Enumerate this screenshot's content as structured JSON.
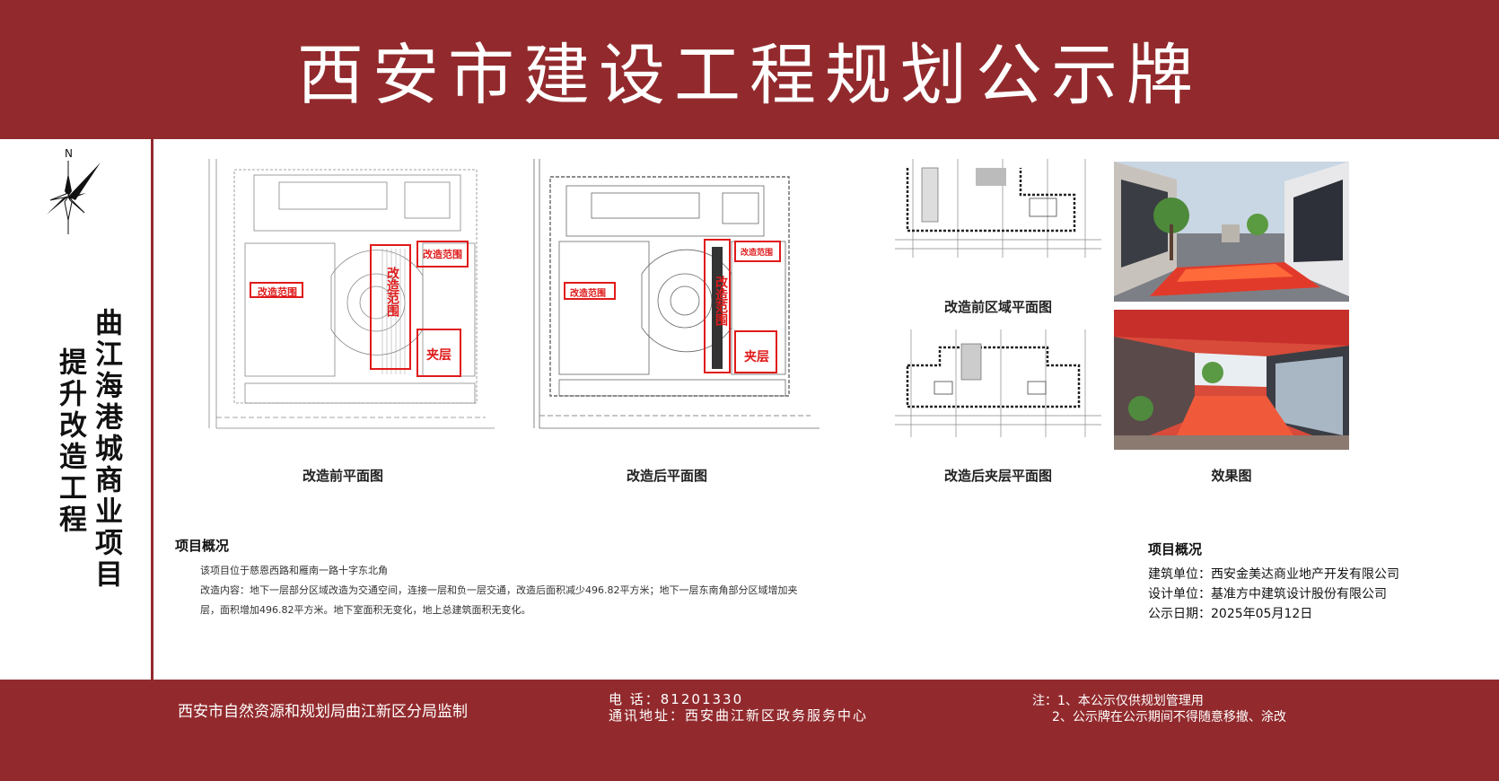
{
  "title": "西安市建设工程规划公示牌",
  "compass": {
    "north_label": "N",
    "icon": "compass-rose-icon"
  },
  "project_title": {
    "line1": "曲江海港城商业项目",
    "line2": "提升改造工程"
  },
  "figures": {
    "before_plan": {
      "label": "改造前平面图",
      "scope_labels": [
        "改造范围",
        "改造范围",
        "改造范围",
        "夹层"
      ]
    },
    "after_plan": {
      "label": "改造后平面图",
      "scope_labels": [
        "改造范围",
        "改造范围",
        "改造范围",
        "夹层"
      ]
    },
    "before_area": {
      "label": "改造前区域平面图"
    },
    "after_mezzanine": {
      "label": "改造后夹层平面图"
    },
    "renderings": {
      "label": "效果图"
    }
  },
  "overview_left": {
    "heading": "项目概况",
    "location": "该项目位于慈恩西路和雁南一路十字东北角",
    "content": "改造内容：地下一层部分区域改造为交通空间，连接一层和负一层交通，改造后面积减少496.82平方米；地下一层东南角部分区域增加夹层，面积增加496.82平方米。地下室面积无变化，地上总建筑面积无变化。"
  },
  "overview_right": {
    "heading": "项目概况",
    "builder": "建筑单位：西安金美达商业地产开发有限公司",
    "designer": "设计单位：基准方中建筑设计股份有限公司",
    "date": "公示日期：2025年05月12日"
  },
  "footer": {
    "supervisor": "西安市自然资源和规划局曲江新区分局监制",
    "phone": "电 话：81201330",
    "address": "通讯地址：西安曲江新区政务服务中心",
    "note1": "注：1、本公示仅供规划管理用",
    "note2": "2、公示牌在公示期间不得随意移撤、涂改"
  },
  "colors": {
    "board_red": "#922a2d",
    "scope_red": "#e01a1a",
    "panel": "#ffffff"
  }
}
